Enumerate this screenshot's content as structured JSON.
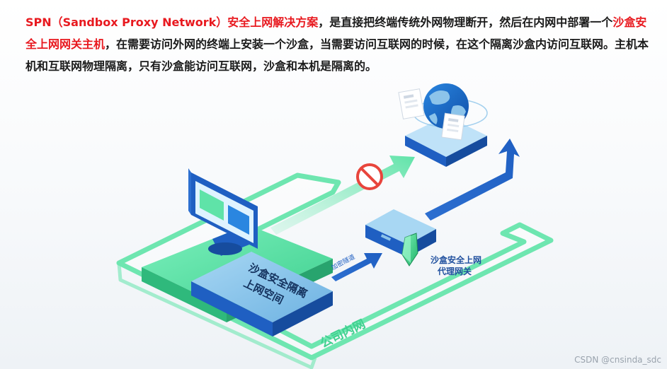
{
  "intro": {
    "spn_term": "SPN（Sandbox Proxy Network）",
    "solution_term": "安全上网解决方案",
    "text_1": "，是直接把终端传统外网物理断开，然后在内网中部署一个",
    "gateway_term": "沙盒安全上网网关主机",
    "text_2": "，在需要访问外网的终端上安装一个沙盒，当需要访问互联网的时候，在这个隔离沙盒内访问互联网。主机本机和互联网物理隔离，只有沙盒能访问互联网，沙盒和本机是隔离的。"
  },
  "diagram": {
    "sandbox_label_line1": "沙盒安全隔离",
    "sandbox_label_line2": "上网空间",
    "encrypted_tunnel_label": "加密隧道",
    "gateway_label_line1": "沙盒安全上网",
    "gateway_label_line2": "代理网关",
    "company_network_label": "公司内网"
  },
  "colors": {
    "highlight": "#e8191f",
    "green": "#5fe3a8",
    "blue": "#1f5fc2",
    "light_blue": "#8cc4ea",
    "forbidden": "#e8453c"
  },
  "watermark": "CSDN @cnsinda_sdc"
}
